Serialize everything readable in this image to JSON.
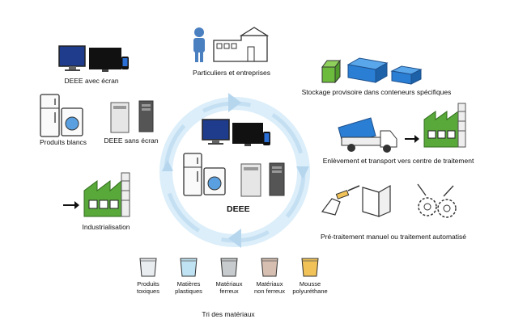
{
  "center": {
    "label": "DEEE"
  },
  "stages": {
    "particuliers": "Particuliers et entreprises",
    "stockage": "Stockage provisoire dans conteneurs spécifiques",
    "transport": "Enlèvement et transport vers centre de traitement",
    "pretraitement": "Pré-traitement manuel ou traitement automatisé",
    "tri": "Tri des matériaux",
    "industrialisation": "Industrialisation"
  },
  "categories": {
    "ecran": "DEEE avec écran",
    "blancs": "Produits blancs",
    "sans_ecran": "DEEE sans écran"
  },
  "bins": [
    {
      "line1": "Produits",
      "line2": "toxiques",
      "color": "#e9edf0"
    },
    {
      "line1": "Matières",
      "line2": "plastiques",
      "color": "#bfe3f2"
    },
    {
      "line1": "Matériaux",
      "line2": "ferreux",
      "color": "#c8cbcd"
    },
    {
      "line1": "Matériaux",
      "line2": "non ferreux",
      "color": "#d6bfb0"
    },
    {
      "line1": "Mousse",
      "line2": "polyuréthane",
      "color": "#f0c257"
    }
  ],
  "colors": {
    "factory_green": "#58a83a",
    "container_blue": "#2a7fd4",
    "container_green": "#6cbb3c",
    "cycle_arrow": "#bcd9ef"
  }
}
